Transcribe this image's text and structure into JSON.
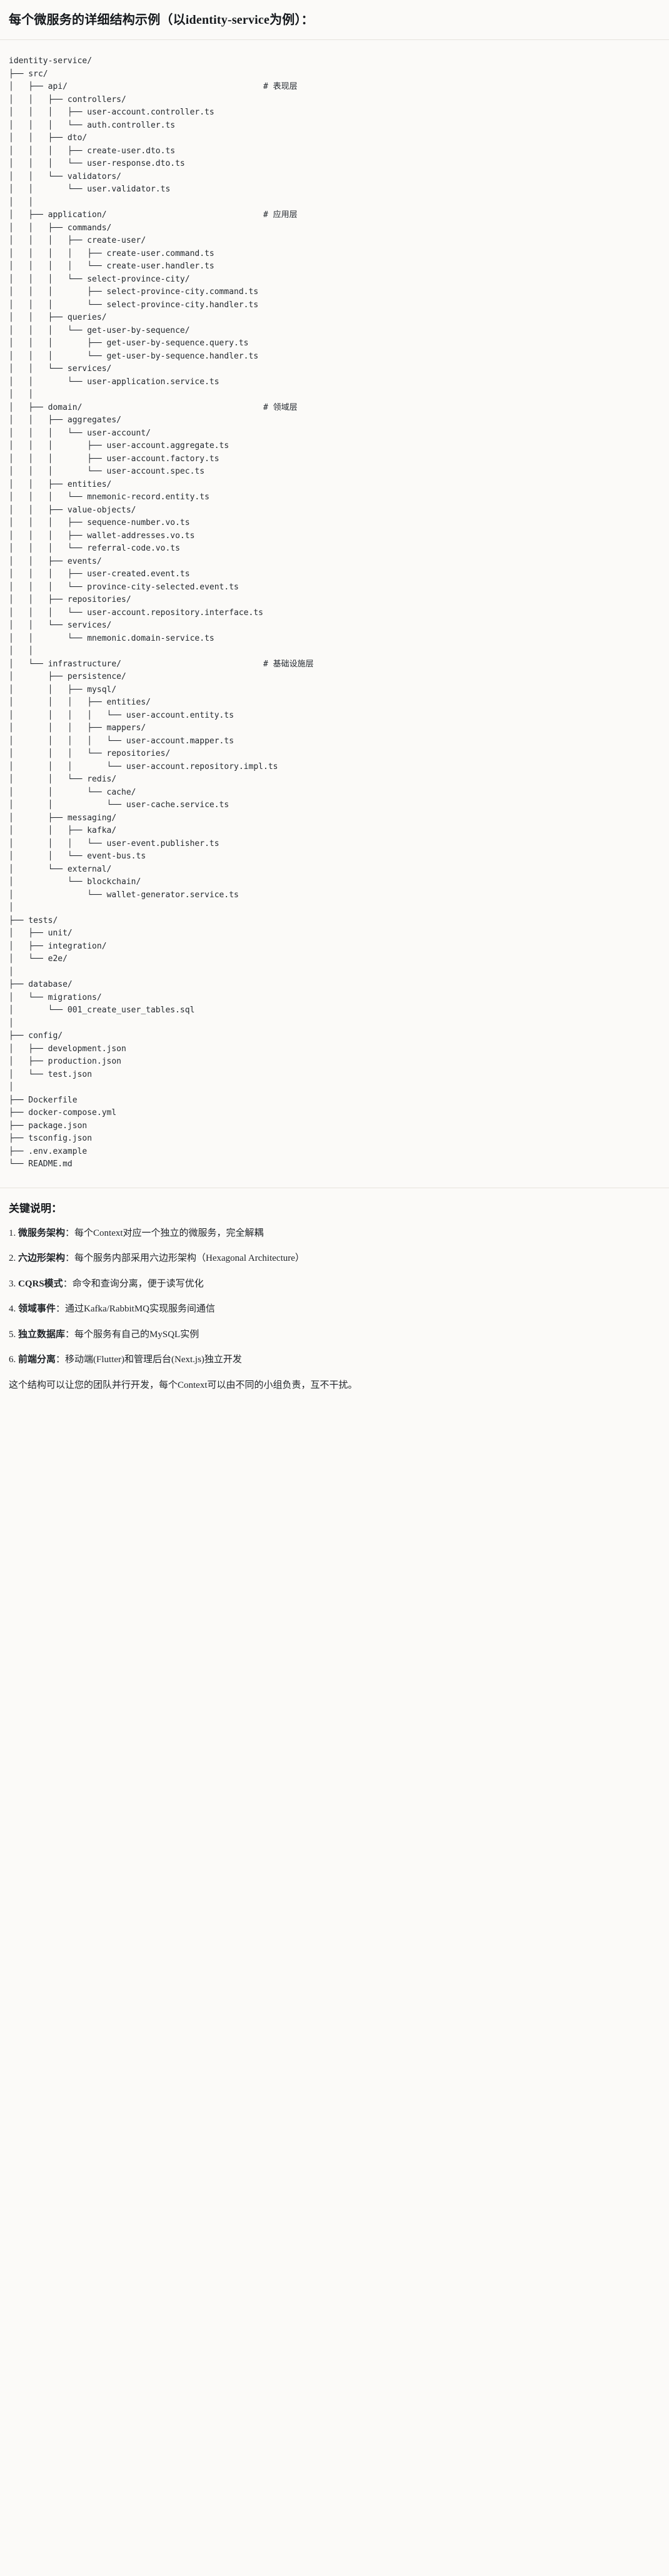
{
  "header": {
    "title": "每个微服务的详细结构示例（以identity-service为例）："
  },
  "tree": {
    "root": "identity-service/",
    "lines": [
      {
        "prefix": "",
        "name": "identity-service/",
        "comment": ""
      },
      {
        "prefix": "├── ",
        "name": "src/",
        "comment": ""
      },
      {
        "prefix": "│   ├── ",
        "name": "api/",
        "comment": "# 表现层"
      },
      {
        "prefix": "│   │   ├── ",
        "name": "controllers/",
        "comment": ""
      },
      {
        "prefix": "│   │   │   ├── ",
        "name": "user-account.controller.ts",
        "comment": ""
      },
      {
        "prefix": "│   │   │   └── ",
        "name": "auth.controller.ts",
        "comment": ""
      },
      {
        "prefix": "│   │   ├── ",
        "name": "dto/",
        "comment": ""
      },
      {
        "prefix": "│   │   │   ├── ",
        "name": "create-user.dto.ts",
        "comment": ""
      },
      {
        "prefix": "│   │   │   └── ",
        "name": "user-response.dto.ts",
        "comment": ""
      },
      {
        "prefix": "│   │   └── ",
        "name": "validators/",
        "comment": ""
      },
      {
        "prefix": "│   │       └── ",
        "name": "user.validator.ts",
        "comment": ""
      },
      {
        "prefix": "│   │",
        "name": "",
        "comment": ""
      },
      {
        "prefix": "│   ├── ",
        "name": "application/",
        "comment": "# 应用层"
      },
      {
        "prefix": "│   │   ├── ",
        "name": "commands/",
        "comment": ""
      },
      {
        "prefix": "│   │   │   ├── ",
        "name": "create-user/",
        "comment": ""
      },
      {
        "prefix": "│   │   │   │   ├── ",
        "name": "create-user.command.ts",
        "comment": ""
      },
      {
        "prefix": "│   │   │   │   └── ",
        "name": "create-user.handler.ts",
        "comment": ""
      },
      {
        "prefix": "│   │   │   └── ",
        "name": "select-province-city/",
        "comment": ""
      },
      {
        "prefix": "│   │   │       ├── ",
        "name": "select-province-city.command.ts",
        "comment": ""
      },
      {
        "prefix": "│   │   │       └── ",
        "name": "select-province-city.handler.ts",
        "comment": ""
      },
      {
        "prefix": "│   │   ├── ",
        "name": "queries/",
        "comment": ""
      },
      {
        "prefix": "│   │   │   └── ",
        "name": "get-user-by-sequence/",
        "comment": ""
      },
      {
        "prefix": "│   │   │       ├── ",
        "name": "get-user-by-sequence.query.ts",
        "comment": ""
      },
      {
        "prefix": "│   │   │       └── ",
        "name": "get-user-by-sequence.handler.ts",
        "comment": ""
      },
      {
        "prefix": "│   │   └── ",
        "name": "services/",
        "comment": ""
      },
      {
        "prefix": "│   │       └── ",
        "name": "user-application.service.ts",
        "comment": ""
      },
      {
        "prefix": "│   │",
        "name": "",
        "comment": ""
      },
      {
        "prefix": "│   ├── ",
        "name": "domain/",
        "comment": "# 领域层"
      },
      {
        "prefix": "│   │   ├── ",
        "name": "aggregates/",
        "comment": ""
      },
      {
        "prefix": "│   │   │   └── ",
        "name": "user-account/",
        "comment": ""
      },
      {
        "prefix": "│   │   │       ├── ",
        "name": "user-account.aggregate.ts",
        "comment": ""
      },
      {
        "prefix": "│   │   │       ├── ",
        "name": "user-account.factory.ts",
        "comment": ""
      },
      {
        "prefix": "│   │   │       └── ",
        "name": "user-account.spec.ts",
        "comment": ""
      },
      {
        "prefix": "│   │   ├── ",
        "name": "entities/",
        "comment": ""
      },
      {
        "prefix": "│   │   │   └── ",
        "name": "mnemonic-record.entity.ts",
        "comment": ""
      },
      {
        "prefix": "│   │   ├── ",
        "name": "value-objects/",
        "comment": ""
      },
      {
        "prefix": "│   │   │   ├── ",
        "name": "sequence-number.vo.ts",
        "comment": ""
      },
      {
        "prefix": "│   │   │   ├── ",
        "name": "wallet-addresses.vo.ts",
        "comment": ""
      },
      {
        "prefix": "│   │   │   └── ",
        "name": "referral-code.vo.ts",
        "comment": ""
      },
      {
        "prefix": "│   │   ├── ",
        "name": "events/",
        "comment": ""
      },
      {
        "prefix": "│   │   │   ├── ",
        "name": "user-created.event.ts",
        "comment": ""
      },
      {
        "prefix": "│   │   │   └── ",
        "name": "province-city-selected.event.ts",
        "comment": ""
      },
      {
        "prefix": "│   │   ├── ",
        "name": "repositories/",
        "comment": ""
      },
      {
        "prefix": "│   │   │   └── ",
        "name": "user-account.repository.interface.ts",
        "comment": ""
      },
      {
        "prefix": "│   │   └── ",
        "name": "services/",
        "comment": ""
      },
      {
        "prefix": "│   │       └── ",
        "name": "mnemonic.domain-service.ts",
        "comment": ""
      },
      {
        "prefix": "│   │",
        "name": "",
        "comment": ""
      },
      {
        "prefix": "│   └── ",
        "name": "infrastructure/",
        "comment": "# 基础设施层"
      },
      {
        "prefix": "│       ├── ",
        "name": "persistence/",
        "comment": ""
      },
      {
        "prefix": "│       │   ├── ",
        "name": "mysql/",
        "comment": ""
      },
      {
        "prefix": "│       │   │   ├── ",
        "name": "entities/",
        "comment": ""
      },
      {
        "prefix": "│       │   │   │   └── ",
        "name": "user-account.entity.ts",
        "comment": ""
      },
      {
        "prefix": "│       │   │   ├── ",
        "name": "mappers/",
        "comment": ""
      },
      {
        "prefix": "│       │   │   │   └── ",
        "name": "user-account.mapper.ts",
        "comment": ""
      },
      {
        "prefix": "│       │   │   └── ",
        "name": "repositories/",
        "comment": ""
      },
      {
        "prefix": "│       │   │       └── ",
        "name": "user-account.repository.impl.ts",
        "comment": ""
      },
      {
        "prefix": "│       │   └── ",
        "name": "redis/",
        "comment": ""
      },
      {
        "prefix": "│       │       └── ",
        "name": "cache/",
        "comment": ""
      },
      {
        "prefix": "│       │           └── ",
        "name": "user-cache.service.ts",
        "comment": ""
      },
      {
        "prefix": "│       ├── ",
        "name": "messaging/",
        "comment": ""
      },
      {
        "prefix": "│       │   ├── ",
        "name": "kafka/",
        "comment": ""
      },
      {
        "prefix": "│       │   │   └── ",
        "name": "user-event.publisher.ts",
        "comment": ""
      },
      {
        "prefix": "│       │   └── ",
        "name": "event-bus.ts",
        "comment": ""
      },
      {
        "prefix": "│       └── ",
        "name": "external/",
        "comment": ""
      },
      {
        "prefix": "│           └── ",
        "name": "blockchain/",
        "comment": ""
      },
      {
        "prefix": "│               └── ",
        "name": "wallet-generator.service.ts",
        "comment": ""
      },
      {
        "prefix": "│",
        "name": "",
        "comment": ""
      },
      {
        "prefix": "├── ",
        "name": "tests/",
        "comment": ""
      },
      {
        "prefix": "│   ├── ",
        "name": "unit/",
        "comment": ""
      },
      {
        "prefix": "│   ├── ",
        "name": "integration/",
        "comment": ""
      },
      {
        "prefix": "│   └── ",
        "name": "e2e/",
        "comment": ""
      },
      {
        "prefix": "│",
        "name": "",
        "comment": ""
      },
      {
        "prefix": "├── ",
        "name": "database/",
        "comment": ""
      },
      {
        "prefix": "│   └── ",
        "name": "migrations/",
        "comment": ""
      },
      {
        "prefix": "│       └── ",
        "name": "001_create_user_tables.sql",
        "comment": ""
      },
      {
        "prefix": "│",
        "name": "",
        "comment": ""
      },
      {
        "prefix": "├── ",
        "name": "config/",
        "comment": ""
      },
      {
        "prefix": "│   ├── ",
        "name": "development.json",
        "comment": ""
      },
      {
        "prefix": "│   ├── ",
        "name": "production.json",
        "comment": ""
      },
      {
        "prefix": "│   └── ",
        "name": "test.json",
        "comment": ""
      },
      {
        "prefix": "│",
        "name": "",
        "comment": ""
      },
      {
        "prefix": "├── ",
        "name": "Dockerfile",
        "comment": ""
      },
      {
        "prefix": "├── ",
        "name": "docker-compose.yml",
        "comment": ""
      },
      {
        "prefix": "├── ",
        "name": "package.json",
        "comment": ""
      },
      {
        "prefix": "├── ",
        "name": "tsconfig.json",
        "comment": ""
      },
      {
        "prefix": "├── ",
        "name": ".env.example",
        "comment": ""
      },
      {
        "prefix": "└── ",
        "name": "README.md",
        "comment": ""
      }
    ]
  },
  "notes": {
    "heading": "关键说明：",
    "items": [
      {
        "term": "微服务架构",
        "sep": "：",
        "text": "每个Context对应一个独立的微服务，完全解耦"
      },
      {
        "term": "六边形架构",
        "sep": "：",
        "text": "每个服务内部采用六边形架构（Hexagonal Architecture）"
      },
      {
        "term": "CQRS模式",
        "sep": "：",
        "text": "命令和查询分离，便于读写优化"
      },
      {
        "term": "领域事件",
        "sep": "：",
        "text": "通过Kafka/RabbitMQ实现服务间通信"
      },
      {
        "term": "独立数据库",
        "sep": "：",
        "text": "每个服务有自己的MySQL实例"
      },
      {
        "term": "前端分离",
        "sep": "：",
        "text": "移动端(Flutter)和管理后台(Next.js)独立开发"
      }
    ],
    "closing": "这个结构可以让您的团队并行开发，每个Context可以由不同的小组负责，互不干扰。"
  },
  "colors": {
    "background": "#fbfaf8",
    "text": "#1f2328",
    "code_text": "#24292f",
    "rule": "#e6e3dd"
  }
}
